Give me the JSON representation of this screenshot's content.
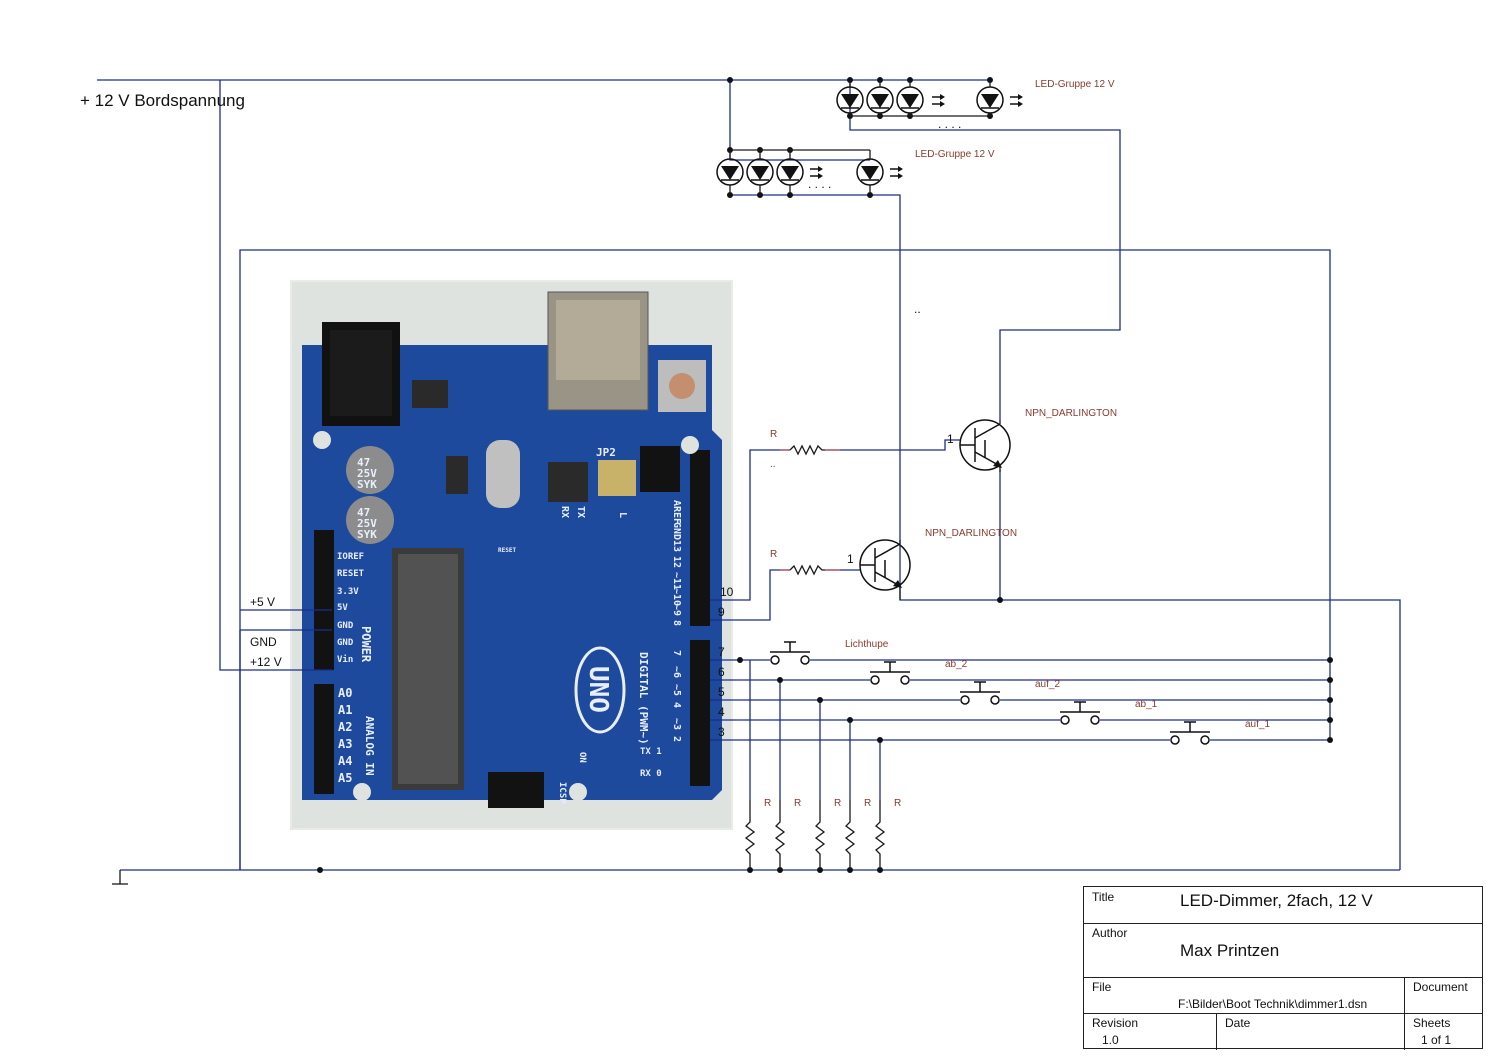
{
  "supply_label": "+ 12 V Bordspannung",
  "led_groups": [
    {
      "label": "LED-Gruppe 12 V"
    },
    {
      "label": "LED-Gruppe 12 V"
    }
  ],
  "transistors": [
    {
      "label": "NPN_DARLINGTON",
      "pin": "1"
    },
    {
      "label": "NPN_DARLINGTON",
      "pin": "1"
    }
  ],
  "base_resistors": [
    {
      "label": "R",
      "sub": ".."
    },
    {
      "label": "R"
    }
  ],
  "pulldown_resistors": [
    "R",
    "R",
    "R",
    "R",
    "R"
  ],
  "arduino": {
    "power_pins": [
      "IOREF",
      "RESET",
      "3.3V",
      "5V",
      "GND",
      "GND",
      "Vin"
    ],
    "power_header": "POWER",
    "analog_pins": [
      "A0",
      "A1",
      "A2",
      "A3",
      "A4",
      "A5"
    ],
    "analog_header": "ANALOG IN",
    "board_name": "UNO",
    "digital_header": "DIGITAL (PWM~)",
    "top_pins": [
      "AREF",
      "GND",
      "13",
      "12",
      "~11",
      "~10",
      "~9",
      "8"
    ],
    "bottom_pins": [
      "7",
      "~6",
      "~5",
      "4",
      "~3",
      "2",
      "TX 1",
      "RX 0"
    ],
    "caps": [
      "47\n25V\nSYK",
      "47\n25V\nSYK"
    ],
    "labels": {
      "jp2": "JP2",
      "rx": "RX",
      "tx": "TX",
      "l": "L",
      "on": "ON",
      "icsp": "ICSP",
      "reset": "RESET"
    }
  },
  "pin_labels": {
    "plus5v": "+5 V",
    "gnd": "GND",
    "plus12v": "+12 V",
    "d10": "10",
    "d9": "9",
    "d7": "7",
    "d6": "6",
    "d5": "5",
    "d4": "4",
    "d3": "3"
  },
  "switches": [
    "Lichthupe",
    "ab_2",
    "auf_2",
    "ab_1",
    "auf_1"
  ],
  "dots": ". . . .",
  "small_dots": "..",
  "title_block": {
    "title_label": "Title",
    "title": "LED-Dimmer, 2fach, 12 V",
    "author_label": "Author",
    "author": "Max Printzen",
    "file_label": "File",
    "file": "F:\\Bilder\\Boot Technik\\dimmer1.dsn",
    "document_label": "Document",
    "revision_label": "Revision",
    "revision": "1.0",
    "date_label": "Date",
    "sheets_label": "Sheets",
    "sheets": "1 of 1"
  },
  "colors": {
    "wire": "#1c2c8c",
    "label_brown": "#8a3a2a",
    "pcb_blue": "#1d4a9c"
  }
}
